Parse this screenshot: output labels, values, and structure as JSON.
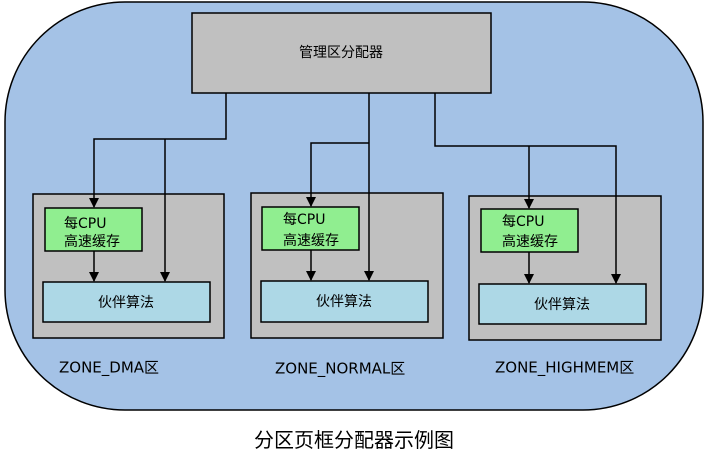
{
  "caption": "分区页框分配器示例图",
  "manager_label": "管理区分配器",
  "colors": {
    "background_blob": "#a4c2e6",
    "zone_box": "#c0c0c0",
    "manager_box": "#c0c0c0",
    "cpu_cache": "#90ee90",
    "buddy": "#add8e6",
    "stroke": "#000000"
  },
  "zones": [
    {
      "name": "ZONE_DMA区",
      "cache_line1": "每CPU",
      "cache_line2": "高速缓存",
      "buddy_label": "伙伴算法"
    },
    {
      "name": "ZONE_NORMAL区",
      "cache_line1": "每CPU",
      "cache_line2": "高速缓存",
      "buddy_label": "伙伴算法"
    },
    {
      "name": "ZONE_HIGHMEM区",
      "cache_line1": "每CPU",
      "cache_line2": "高速缓存",
      "buddy_label": "伙伴算法"
    }
  ]
}
